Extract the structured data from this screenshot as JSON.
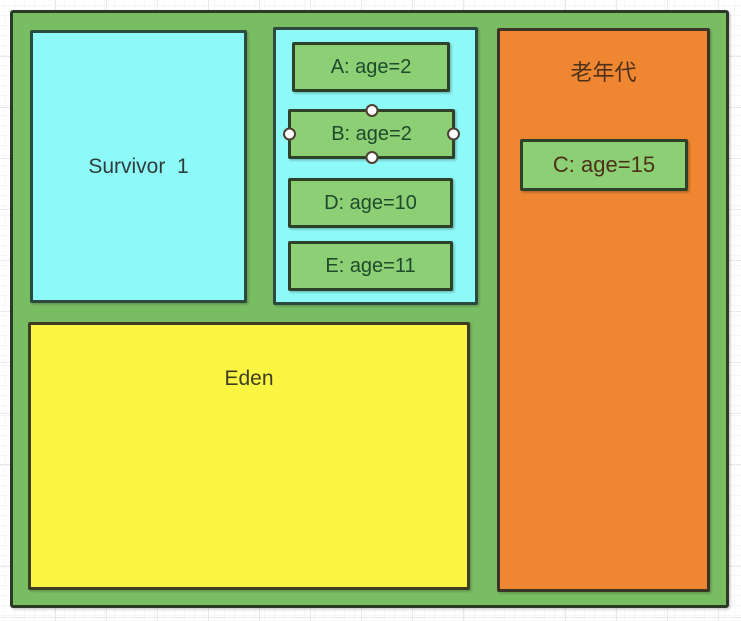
{
  "diagram": {
    "heap": {
      "survivor1": {
        "label": "Survivor  1"
      },
      "survivor2_objects": [
        {
          "label": "A: age=2",
          "selected": false
        },
        {
          "label": "B: age=2",
          "selected": true
        },
        {
          "label": "D: age=10",
          "selected": false
        },
        {
          "label": "E: age=11",
          "selected": false
        }
      ],
      "old_generation": {
        "label": "老年代",
        "objects": [
          {
            "label": "C: age=15"
          }
        ]
      },
      "eden": {
        "label": "Eden"
      }
    },
    "colors": {
      "container_green": "#79bd63",
      "object_green": "#8ccf74",
      "survivor_cyan": "#8efaf8",
      "old_gen_orange": "#ee8632",
      "eden_yellow": "#f9f542",
      "border_dark": "#2b3a26",
      "selection_handle_fill": "#ffffff",
      "selection_handle_ring": "#4e3f35"
    }
  }
}
